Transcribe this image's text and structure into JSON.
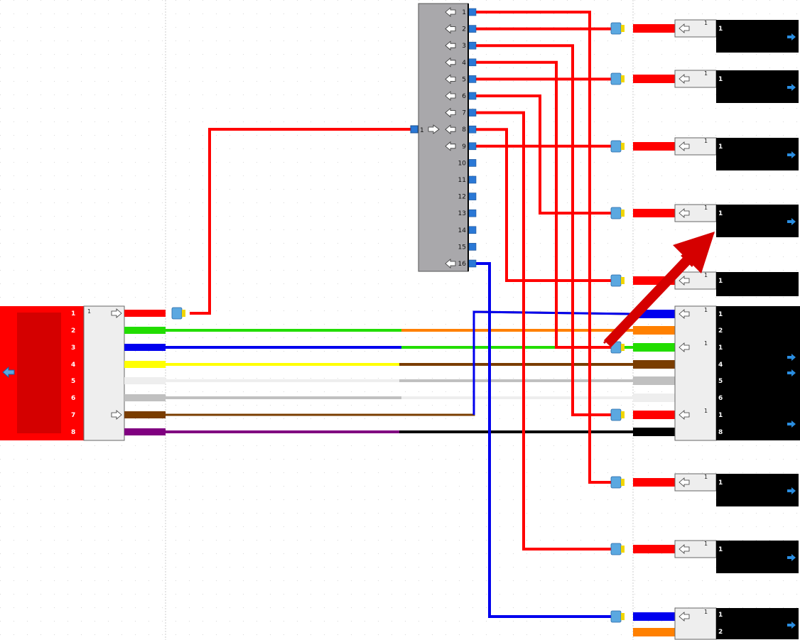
{
  "colors": {
    "red": "#ff0000",
    "green": "#22dd00",
    "blue": "#0000ee",
    "yellow": "#ffff00",
    "white": "#eeeeee",
    "gray": "#c0c0c0",
    "brown": "#7a3d00",
    "purple": "#800080",
    "orange": "#ff8000",
    "black": "#000000",
    "pin_blue": "#2a78d6",
    "terminal_blue": "#5ba8e0",
    "splice_gray": "#a9a8ab",
    "arrow_red": "#d50000"
  },
  "left_connector": {
    "header": "1",
    "pins": [
      "1",
      "2",
      "3",
      "4",
      "5",
      "6",
      "7",
      "8"
    ],
    "wires": [
      "red",
      "green",
      "blue",
      "yellow",
      "white",
      "gray",
      "brown",
      "purple"
    ]
  },
  "splice_block": {
    "input_pin": "1",
    "pins": [
      "1",
      "2",
      "3",
      "4",
      "5",
      "6",
      "7",
      "8",
      "9",
      "10",
      "11",
      "12",
      "13",
      "14",
      "15",
      "16"
    ],
    "arrow_pins": [
      "1",
      "2",
      "3",
      "4",
      "5",
      "6",
      "7",
      "8",
      "9",
      "16"
    ]
  },
  "right_connectors": [
    {
      "header": "1",
      "pin": "1"
    },
    {
      "header": "1",
      "pin": "1"
    },
    {
      "header": "1",
      "pin": "1"
    },
    {
      "header": "1",
      "pin": "1"
    },
    {
      "header": "1",
      "pin": "1"
    },
    {
      "header": "1",
      "pin": "1"
    },
    {
      "header": "1",
      "pin": "1"
    }
  ],
  "big_right_connector": {
    "headers": [
      "1",
      "1",
      "1"
    ],
    "pins": [
      "1",
      "2",
      "1",
      "4",
      "5",
      "6",
      "1",
      "8"
    ]
  },
  "bottom_right_connector": {
    "header": "1",
    "pins": [
      "1",
      "2"
    ]
  }
}
